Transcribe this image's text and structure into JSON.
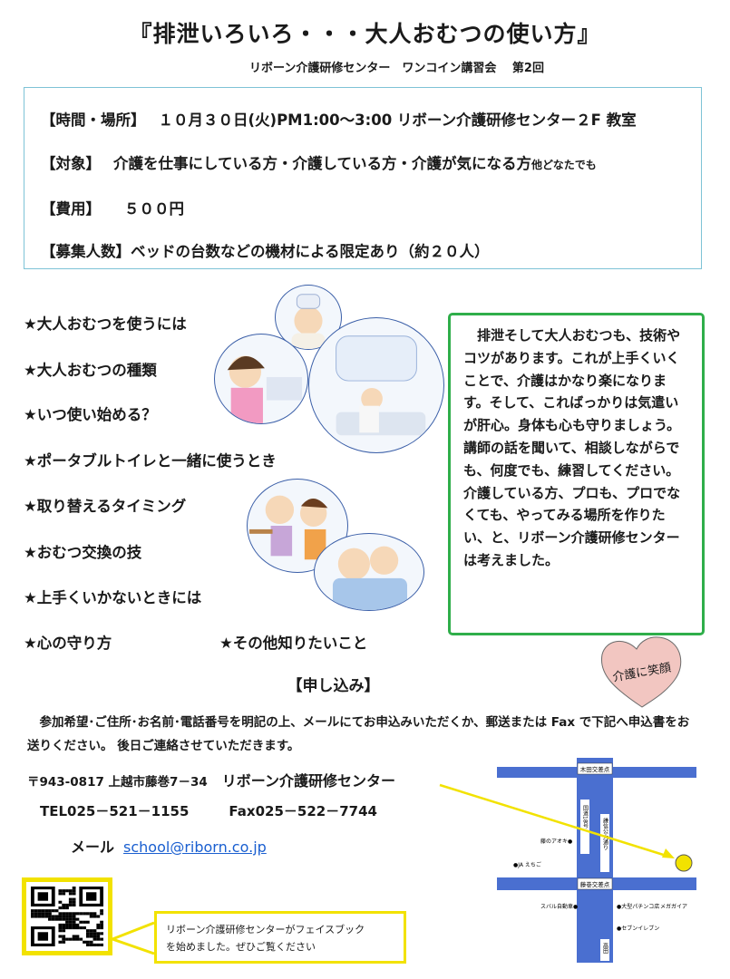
{
  "title": "『排泄いろいろ・・・大人おむつの使い方』",
  "subtitle": "リボーン介護研修センター　ワンコイン講習会　 第2回",
  "info": {
    "time_tag": "【時間・場所】",
    "time_value": "１０月３０日(火)PM1:00～3:00 リボーン介護研修センター２F 教室",
    "target_tag": "【対象】",
    "target_value": "介護を仕事にしている方・介護している方・介護が気になる方",
    "target_extra": "他どなたでも",
    "fee_tag": "【費用】",
    "fee_value": "５００円",
    "capacity_tag": "【募集人数】",
    "capacity_value": "ベッドの台数などの機材による限定あり（約２０人）"
  },
  "topics": [
    "★大人おむつを使うには",
    "★大人おむつの種類",
    "★いつ使い始める？",
    "★ポータブルトイレと一緒に使うとき",
    "★取り替えるタイミング",
    "★おむつ交換の技",
    "★上手くいかないときには",
    "★心の守り方"
  ],
  "topic_extra": "★その他知りたいこと",
  "message": {
    "p1": "　排泄そして大人おむつも、技術やコツがあります。これが上手くいくことで、介護はかなり楽になります。そして、こればっかりは気遣いが肝心。身体も心も守りましょう。",
    "p2": "講師の話を聞いて、相談しながらでも、何度でも、練習してください。",
    "p3": "介護している方、プロも、プロでなくても、やってみる場所を作りたい、と、リボーン介護研修センターは考えました。"
  },
  "heart_text": "介護に笑顔",
  "apply": {
    "heading": "【申し込み】",
    "text": "　参加希望･ご住所･お名前･電話番号を明記の上、メールにてお申込みいただくか、郵送または Fax で下記へ申込書をお送りください。 後日ご連絡させていただきます。"
  },
  "contact": {
    "address": "〒943-0817 上越市藤巻7－34",
    "org": "リボーン介護研修センター",
    "tel": "TEL025－521－1155",
    "fax": "Fax025－522－7744",
    "mail_label": "メール",
    "email": "school@riborn.co.jp"
  },
  "facebook": {
    "line1": "リボーン介護研修センターがフェイスブック",
    "line2": "を始めました。ぜひご覧ください"
  },
  "map": {
    "top_intersection": "木田交差点",
    "bottom_intersection": "藤巻交差点",
    "road_1": "国道18号",
    "road_2": "謙信公大通り",
    "road_south": "高田",
    "place_1": "●JA えちご",
    "place_2": "藤のアオキ●",
    "place_3": "スバル自動車●",
    "place_4": "●大型パチンコ店",
    "place_5": "メガガイア",
    "place_6": "●セブンイレブン",
    "colors": {
      "road": "#4a6fd0",
      "marker": "#f2e200"
    }
  },
  "colors": {
    "info_border": "#7ec3d6",
    "message_border": "#2fae4a",
    "heart": "#f2c6c1",
    "highlight": "#f2e200",
    "link": "#1a5fd0"
  }
}
